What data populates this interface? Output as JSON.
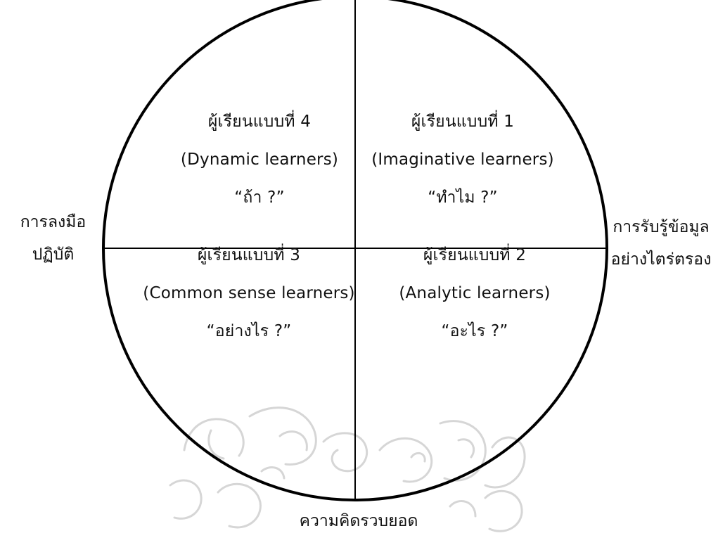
{
  "quadrants": [
    {
      "id": "q4",
      "title": "ผู้เรียนแบบที่ 4",
      "type": "(Dynamic learners)",
      "question": "“ถ้า ?”"
    },
    {
      "id": "q1",
      "title": "ผู้เรียนแบบที่ 1",
      "type": "(Imaginative learners)",
      "question": "“ทำไม ?”"
    },
    {
      "id": "q3",
      "title": "ผู้เรียนแบบที่ 3",
      "type": "(Common sense learners)",
      "question": "“อย่างไร ?”"
    },
    {
      "id": "q2",
      "title": "ผู้เรียนแบบที่ 2",
      "type": "(Analytic learners)",
      "question": "“อะไร ?”"
    }
  ],
  "axes": {
    "left": [
      "การลงมือ",
      "ปฏิบัติ"
    ],
    "right": [
      "การรับรู้ข้อมูล",
      "อย่างไตร่ตรอง"
    ],
    "bottom": "ความคิดรวบยอด"
  },
  "colors": {
    "stroke": "#000000",
    "text": "#111111",
    "watermark": "#d9d9d9"
  }
}
